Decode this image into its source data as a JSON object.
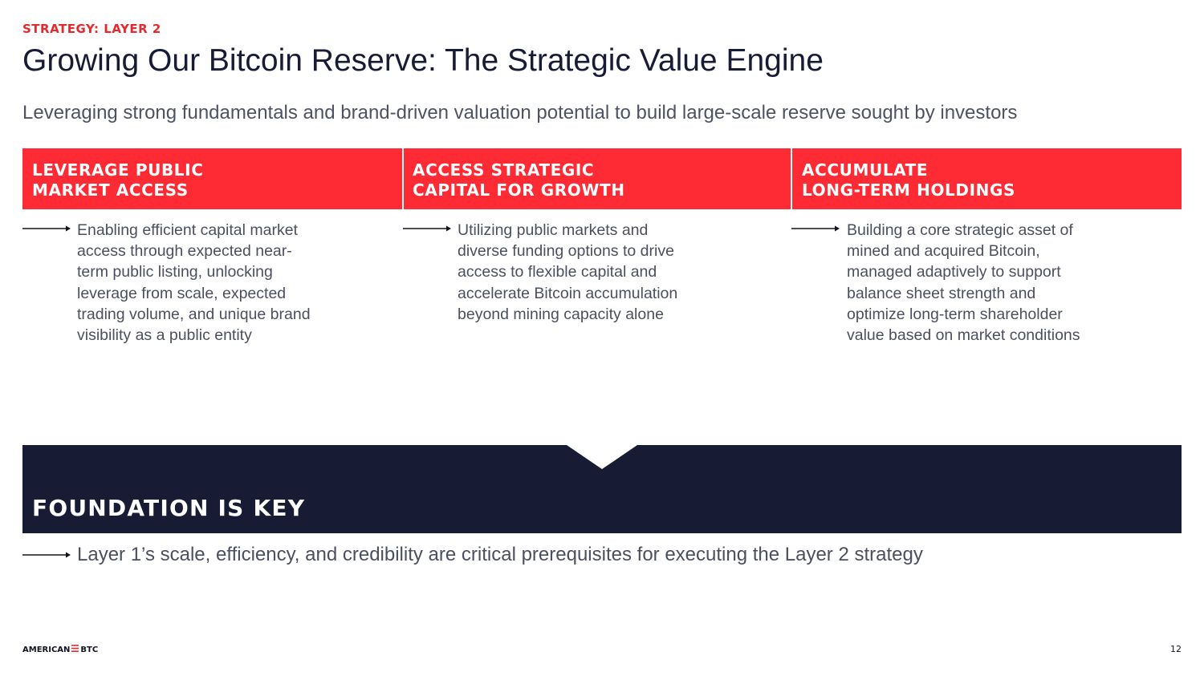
{
  "slide": {
    "eyebrow": "STRATEGY: LAYER 2",
    "title": "Growing Our Bitcoin Reserve: The Strategic Value Engine",
    "subtitle": "Leveraging strong fundamentals and brand-driven valuation potential to build large-scale reserve sought by investors"
  },
  "columns": [
    {
      "heading": "LEVERAGE PUBLIC\nMARKET ACCESS",
      "body": "Enabling efficient capital market access through expected near-term public listing, unlocking leverage from scale, expected trading volume, and unique brand visibility as a public entity"
    },
    {
      "heading": "ACCESS STRATEGIC\nCAPITAL FOR GROWTH",
      "body": "Utilizing public markets and diverse funding options to drive access to flexible capital and accelerate Bitcoin accumulation beyond mining capacity alone"
    },
    {
      "heading": "ACCUMULATE\nLONG-TERM HOLDINGS",
      "body": "Building a core strategic asset of mined and acquired Bitcoin, managed adaptively to support balance sheet strength and optimize long-term shareholder value based on market conditions"
    }
  ],
  "foundation": {
    "title": "FOUNDATION IS KEY",
    "text": "Layer 1’s scale, efficiency, and credibility are critical prerequisites for executing the Layer 2 strategy"
  },
  "footer": {
    "logo_left": "AMERICAN",
    "logo_right": "BTC",
    "page_number": "12"
  },
  "colors": {
    "accent_red": "#fe2a34",
    "navy": "#181b35",
    "body_gray": "#4b4f61"
  },
  "icons": [
    "arrow-right-icon",
    "american-btc-logo-mark"
  ]
}
